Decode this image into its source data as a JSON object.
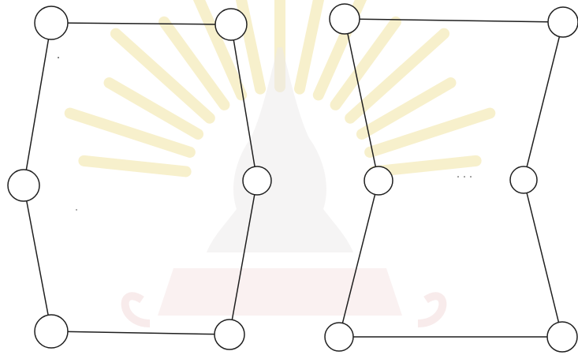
{
  "colors": {
    "background": "#ffffff",
    "line": "#1f1f1f",
    "node_fill": "#ffffff",
    "watermark_rays": "#f2e4a4",
    "watermark_body": "#dcd8d8",
    "watermark_base": "#e9c7c7"
  },
  "watermark": {
    "kind": "university-emblem-watermark"
  },
  "graphs": [
    {
      "name": "left-graph",
      "nodes": [
        "top-left",
        "top-right",
        "middle-left",
        "middle-right",
        "bottom-left",
        "bottom-right"
      ],
      "edges": [
        [
          "top-left",
          "top-right"
        ],
        [
          "top-left",
          "middle-left"
        ],
        [
          "middle-left",
          "bottom-left"
        ],
        [
          "top-right",
          "middle-right"
        ],
        [
          "middle-right",
          "bottom-right"
        ],
        [
          "bottom-left",
          "bottom-right"
        ]
      ]
    },
    {
      "name": "right-graph",
      "nodes": [
        "top-left",
        "top-right",
        "middle-left",
        "middle-right",
        "bottom-left",
        "bottom-right"
      ],
      "edges": [
        [
          "top-left",
          "top-right"
        ],
        [
          "top-left",
          "middle-left"
        ],
        [
          "middle-left",
          "bottom-left"
        ],
        [
          "top-right",
          "middle-right"
        ],
        [
          "middle-right",
          "bottom-right"
        ],
        [
          "bottom-left",
          "bottom-right"
        ]
      ]
    }
  ]
}
